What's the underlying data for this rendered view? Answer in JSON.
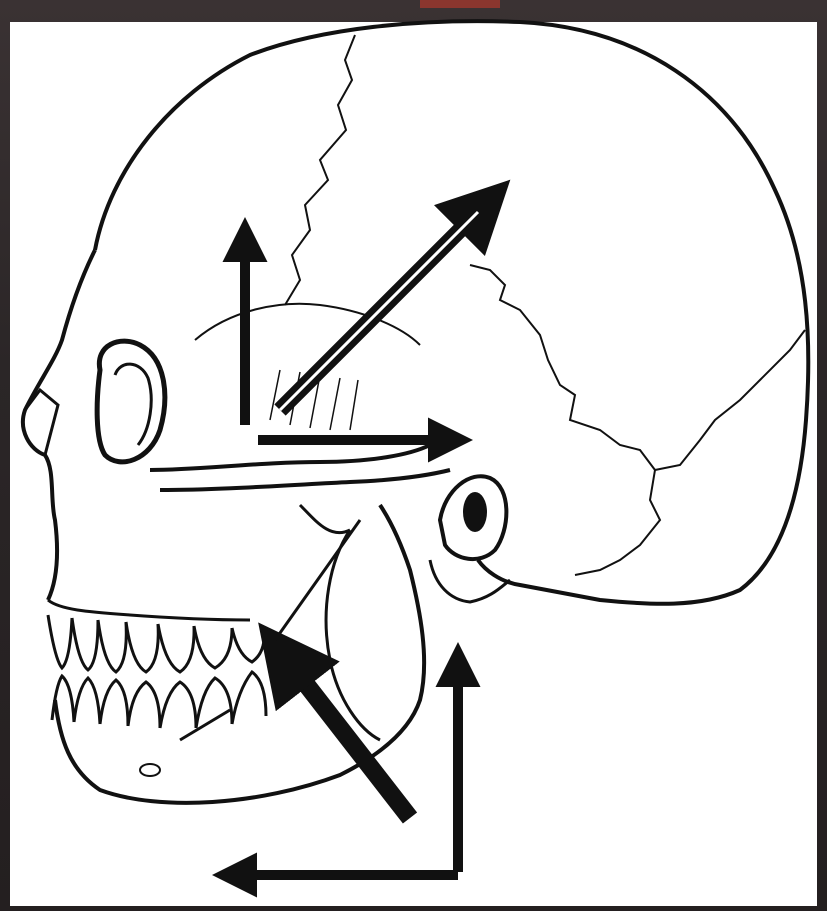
{
  "figure": {
    "subject": "skull-lateral-view",
    "style": "black-and-white line drawing",
    "colors": {
      "background": "#2a2526",
      "accent_top": "#c0392b",
      "ink": "#111111",
      "paper": "#ffffff"
    },
    "arrows": [
      {
        "id": "temporal-vertical",
        "direction": "up"
      },
      {
        "id": "temporal-horizontal",
        "direction": "right"
      },
      {
        "id": "temporal-diagonal",
        "direction": "up-right"
      },
      {
        "id": "masseter-diagonal",
        "direction": "up-left"
      },
      {
        "id": "mandible-vertical",
        "direction": "up"
      },
      {
        "id": "mandible-horizontal",
        "direction": "left"
      }
    ]
  }
}
